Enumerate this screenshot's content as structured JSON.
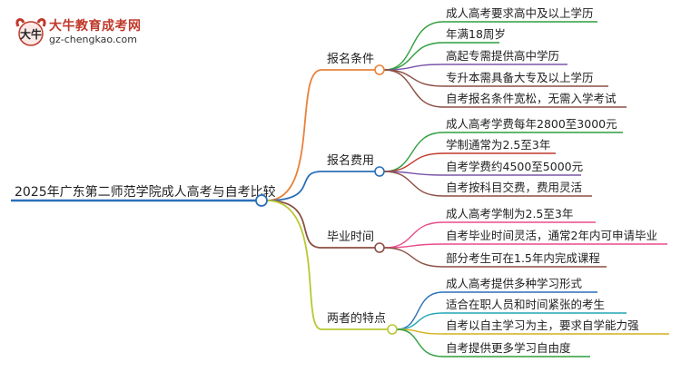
{
  "logo": {
    "title": "大牛教育成考网",
    "url": "gz-chengkao.com",
    "mark_text": "大牛"
  },
  "mindmap": {
    "root": "2025年广东第二师范学院成人高考与自考比较",
    "branches": [
      {
        "label": "报名条件",
        "color": "#e8823a",
        "leaves": [
          {
            "text": "成人高考要求高中及以上学历",
            "color": "#2e9e3e"
          },
          {
            "text": "年满18周岁",
            "color": "#2e9e3e"
          },
          {
            "text": "高起专需提供高中学历",
            "color": "#7a55a8"
          },
          {
            "text": "专升本需具备大专及以上学历",
            "color": "#8c4f43"
          },
          {
            "text": "自考报名条件宽松，无需入学考试",
            "color": "#8c4f43"
          }
        ]
      },
      {
        "label": "报名费用",
        "color": "#2b6fb8",
        "leaves": [
          {
            "text": "成人高考学费每年2800至3000元",
            "color": "#2e9e3e"
          },
          {
            "text": "学制通常为2.5至3年",
            "color": "#c0392b"
          },
          {
            "text": "自考学费约4500至5000元",
            "color": "#7a55a8"
          },
          {
            "text": "自考按科目交费，费用灵活",
            "color": "#8c4f43"
          }
        ]
      },
      {
        "label": "毕业时间",
        "color": "#8c4f43",
        "leaves": [
          {
            "text": "成人高考学制为2.5至3年",
            "color": "#e84d8a"
          },
          {
            "text": "自考毕业时间灵活，通常2年内可申请毕业",
            "color": "#e84d8a"
          },
          {
            "text": "部分考生可在1.5年内完成课程",
            "color": "#8c4f43"
          }
        ]
      },
      {
        "label": "两者的特点",
        "color": "#b8c832",
        "leaves": [
          {
            "text": "成人高考提供多种学习形式",
            "color": "#2b6fb8"
          },
          {
            "text": "适合在职人员和时间紧张的考生",
            "color": "#22a6b3"
          },
          {
            "text": "自考以自主学习为主，要求自学能力强",
            "color": "#d4b21a"
          },
          {
            "text": "自考提供更多学习自由度",
            "color": "#2e9e3e"
          }
        ]
      }
    ]
  },
  "colors": {
    "text": "#222222",
    "root_underline": "#2b6fb8",
    "node_fill": "#ffffff"
  }
}
